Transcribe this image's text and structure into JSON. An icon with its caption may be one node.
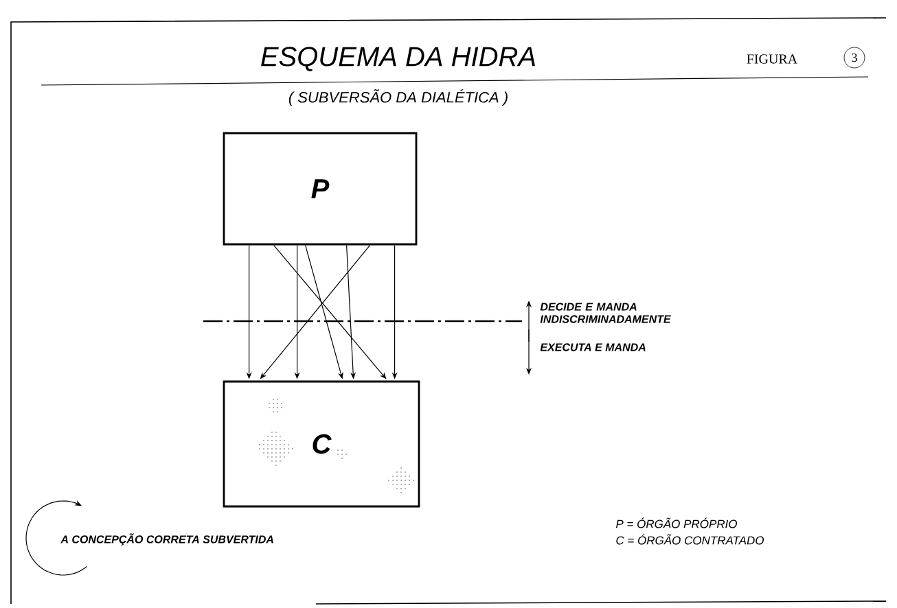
{
  "diagram": {
    "title": "ESQUEMA DA HIDRA",
    "nodes": [
      {
        "text": [
          "P"
        ]
      },
      {
        "text": [
          "C"
        ]
      }
    ],
    "edges": [
      {
        "from": 0,
        "to": 1,
        "arrow": "to"
      },
      {
        "from": 0,
        "to": 1,
        "arrow": "to"
      },
      {
        "from": 0,
        "to": 1,
        "arrow": "to"
      },
      {
        "from": 0,
        "to": 1,
        "arrow": "to"
      },
      {
        "from": 0,
        "to": 1,
        "arrow": "to"
      },
      {
        "from": 0,
        "to": 1,
        "arrow": "to"
      },
      {
        "from": 0,
        "to": 1,
        "arrow": "to"
      }
    ],
    "labels": [
      "FIGURA",
      "3",
      "( SUBVERSÃO DA DIALÉTICA )",
      "DECIDE E MANDA INDISCRIMINADAMENTE",
      "EXECUTA E MANDA",
      "A CONCEPÇÃO CORRETA SUBVERTIDA",
      "P = ÓRGÃO PRÓPRIO",
      "C = ÓRGÃO CONTRATADO"
    ]
  }
}
